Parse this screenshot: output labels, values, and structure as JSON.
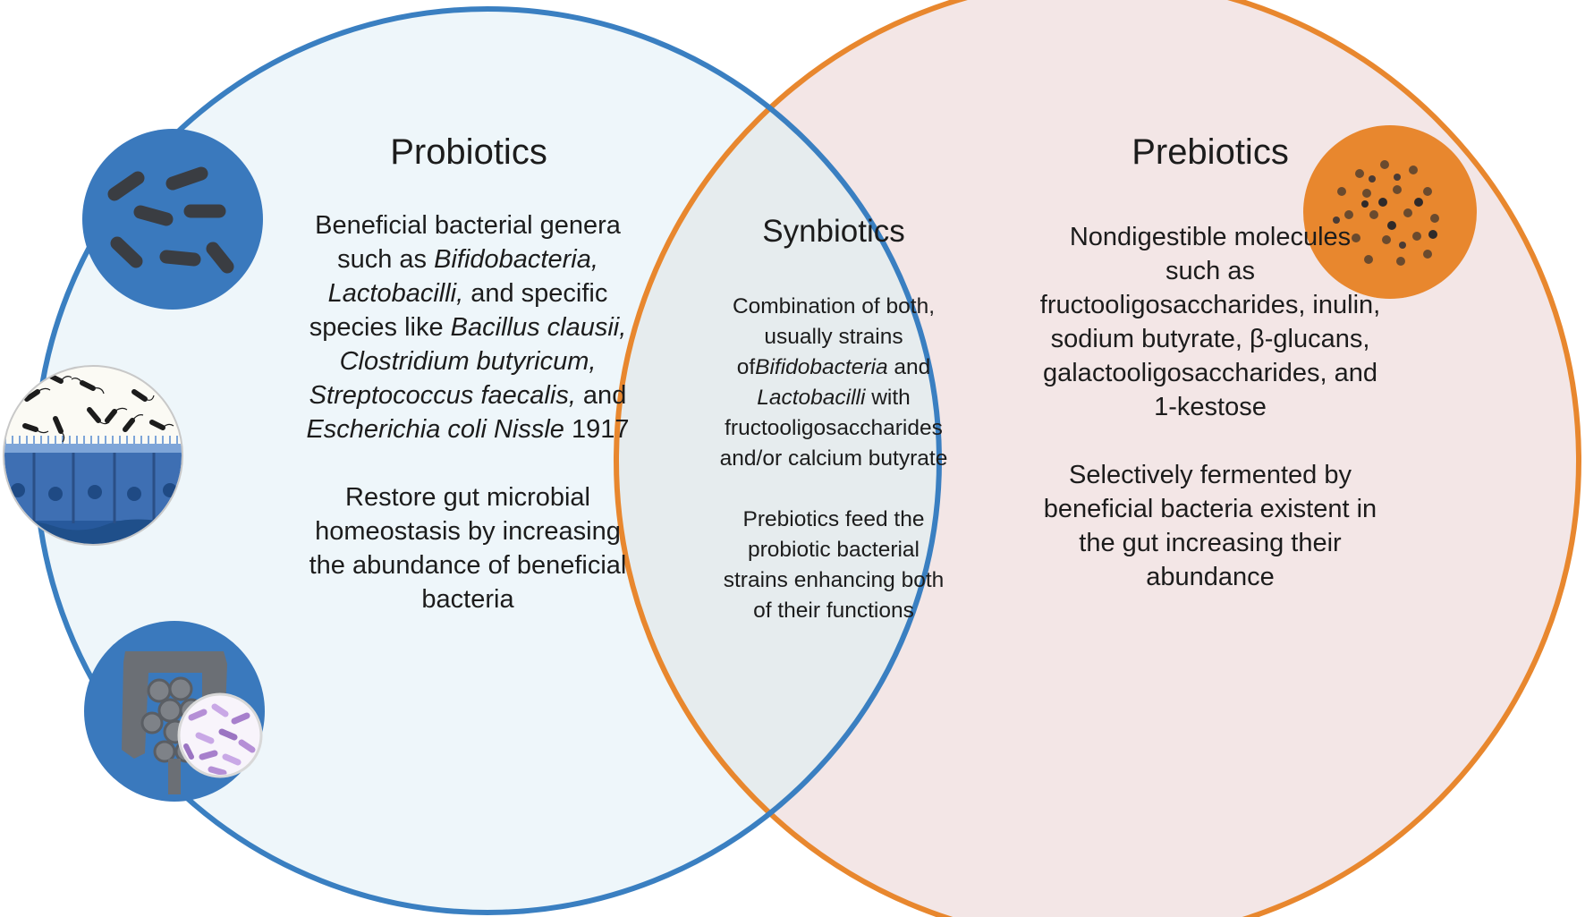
{
  "colors": {
    "probiotics_fill": "#eef6fa",
    "probiotics_stroke": "#3a7fc1",
    "prebiotics_fill": "#f3e6e6",
    "prebiotics_stroke": "#e8872e",
    "synbiotics_fill": "#e6ecee",
    "icon_blue": "#3a79bd",
    "icon_orange": "#e8872e"
  },
  "icons": [
    "bacteria-rods-icon",
    "intestinal-epithelium-bacteria-icon",
    "gut-microbiome-icon",
    "prebiotic-particles-icon"
  ],
  "probiotics": {
    "title": "Probiotics",
    "desc": {
      "l1": "Beneficial bacterial genera",
      "l2a": "such as ",
      "l2b": "Bifidobacteria,",
      "l3a": "Lactobacilli,",
      "l3b": " and specific",
      "l4a": "species like ",
      "l4b": "Bacillus clausii,",
      "l5": "Clostridium butyricum,",
      "l6a": "Streptococcus faecalis,",
      "l6b": " and",
      "l7a": "Escherichia coli Nissle",
      "l7b": " 1917"
    },
    "function": {
      "l1": "Restore gut microbial",
      "l2": "homeostasis by increasing",
      "l3": "the abundance of beneficial",
      "l4": "bacteria"
    }
  },
  "synbiotics": {
    "title": "Synbiotics",
    "desc": {
      "l1": "Combination of both,",
      "l2": "usually strains",
      "l3a": "of",
      "l3b": "Bifidobacteria",
      "l3c": " and",
      "l4a": "Lactobacilli",
      "l4b": " with",
      "l5": "fructooligosaccharides",
      "l6": "and/or calcium butyrate"
    },
    "function": {
      "l1": "Prebiotics feed the",
      "l2": "probiotic bacterial",
      "l3": "strains enhancing both",
      "l4": "of their functions"
    }
  },
  "prebiotics": {
    "title": "Prebiotics",
    "desc": {
      "l1": "Nondigestible molecules",
      "l2": "such as",
      "l3": "fructooligosaccharides, inulin,",
      "l4": "sodium butyrate, β-glucans,",
      "l5": "galactooligosaccharides, and",
      "l6": "1-kestose"
    },
    "function": {
      "l1": "Selectively fermented by",
      "l2": "beneficial bacteria existent in",
      "l3": "the gut increasing their",
      "l4": "abundance"
    }
  }
}
